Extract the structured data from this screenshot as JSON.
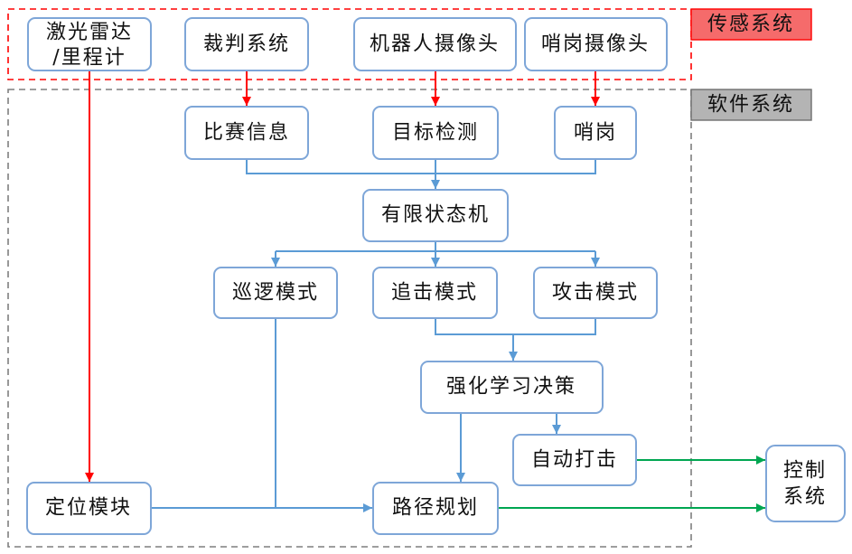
{
  "groups": {
    "sensing": {
      "label": "传感系统"
    },
    "software": {
      "label": "软件系统"
    }
  },
  "nodes": {
    "lidar": {
      "line1": "激光雷达",
      "line2": "/里程计"
    },
    "referee": "裁判系统",
    "robot_camera": "机器人摄像头",
    "sentry_camera": "哨岗摄像头",
    "match_info": "比赛信息",
    "target_detection": "目标检测",
    "sentry": "哨岗",
    "fsm": "有限状态机",
    "patrol": "巡逻模式",
    "chase": "追击模式",
    "attack": "攻击模式",
    "rl_decision": "强化学习决策",
    "auto_strike": "自动打击",
    "localization": "定位模块",
    "path_planning": "路径规划",
    "control": {
      "line1": "控制",
      "line2": "系统"
    }
  },
  "colors": {
    "node_border": "#7ea6d8",
    "flow_arrow": "#5b9bd5",
    "sensor_arrow": "#ff0000",
    "control_arrow": "#00a651",
    "sensing_border": "#ff0000",
    "sensing_fill": "#f56b6b",
    "software_border": "#7f7f7f",
    "software_fill": "#b4b4b4"
  }
}
